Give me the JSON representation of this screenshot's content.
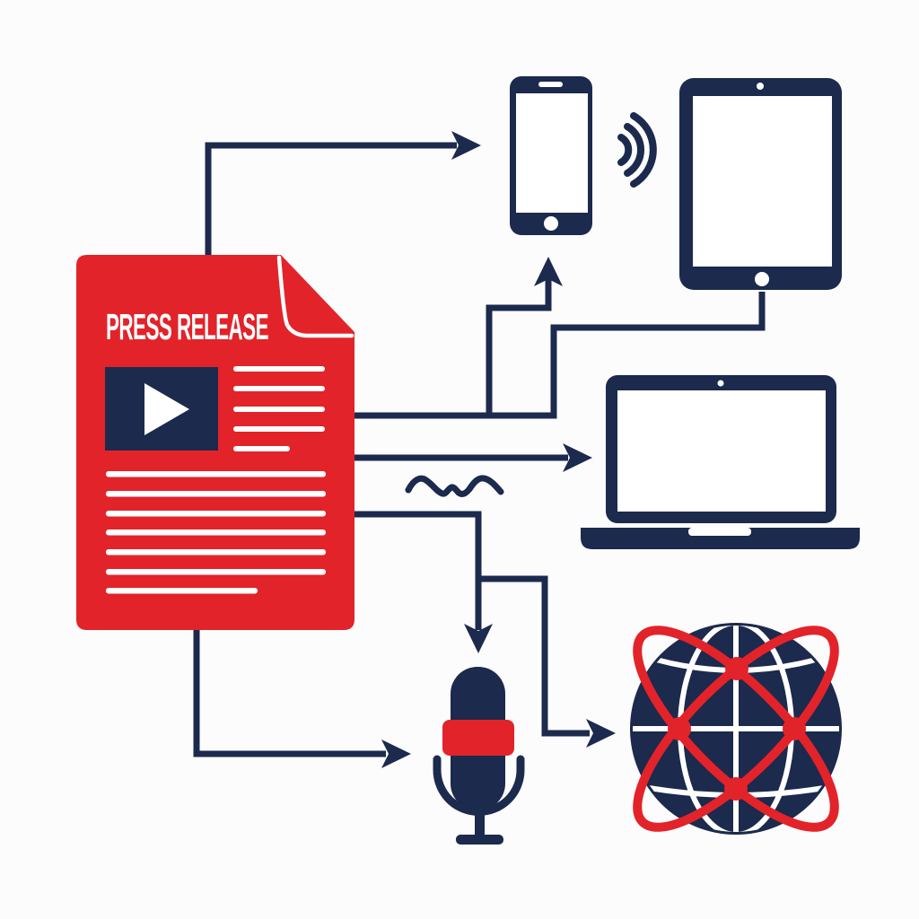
{
  "title": "Press release distribution diagram",
  "colors": {
    "red": "#e2232a",
    "navy": "#1b2a4d",
    "white": "#ffffff",
    "background": "#fcfcfc"
  },
  "document": {
    "title": "PRESS RELEASE",
    "heading_line_count": 5,
    "body_line_count": 7
  },
  "icons": [
    "press-release-document",
    "play-button-icon",
    "smartphone-icon",
    "signal-waves-icon",
    "tablet-icon",
    "laptop-icon",
    "squiggle-line",
    "microphone-icon",
    "globe-network-icon"
  ],
  "connections": [
    {
      "from": "press-release-document",
      "to": "smartphone-icon"
    },
    {
      "from": "press-release-document",
      "to": "tablet-icon"
    },
    {
      "from": "press-release-document",
      "to": "laptop-icon"
    },
    {
      "from": "press-release-document",
      "to": "microphone-icon"
    },
    {
      "from": "press-release-document",
      "to": "globe-network-icon"
    }
  ]
}
